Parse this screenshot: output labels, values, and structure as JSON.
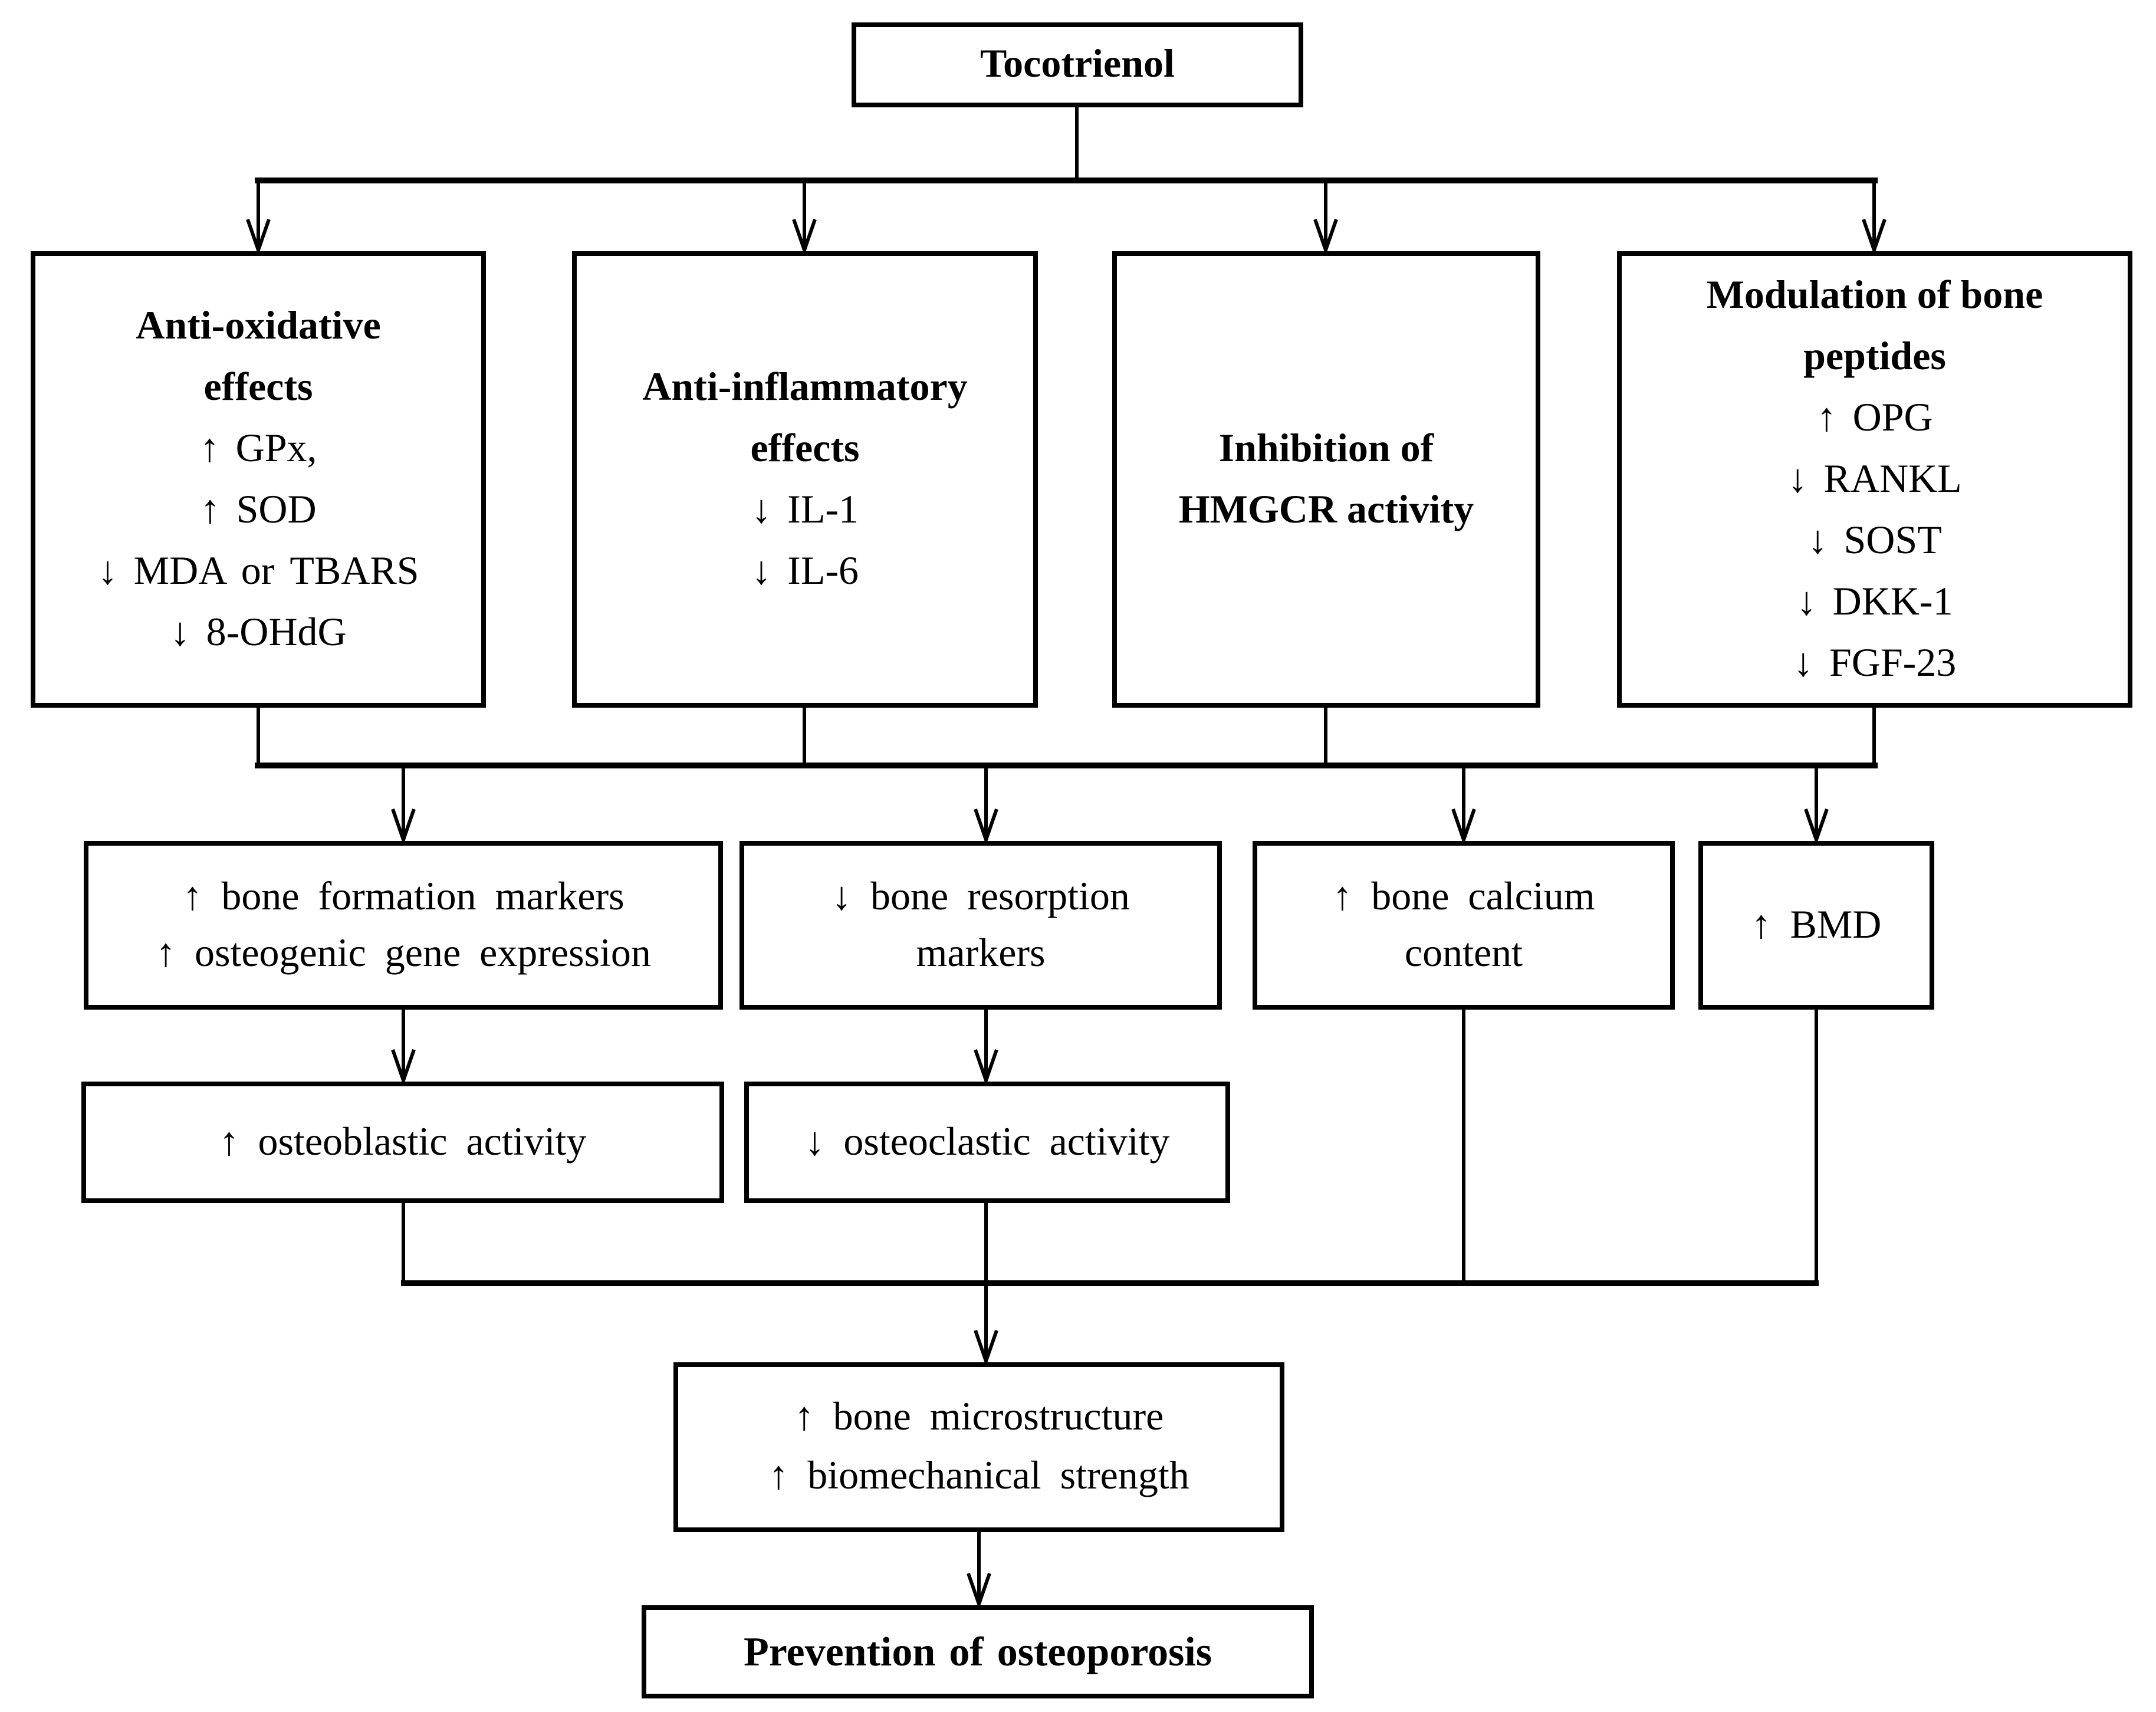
{
  "page": {
    "background_color": "#ffffff",
    "line_color": "#000000",
    "text_color": "#000000"
  },
  "flowchart": {
    "root": {
      "label": "Tocotrienol"
    },
    "mechanisms": [
      {
        "title": [
          "Anti-oxidative",
          "effects"
        ],
        "items": [
          "↑ GPx,",
          "↑ SOD",
          "↓ MDA or TBARS",
          "↓ 8-OHdG"
        ]
      },
      {
        "title": [
          "Anti-inflammatory",
          "effects"
        ],
        "items": [
          "↓ IL-1",
          "↓ IL-6"
        ]
      },
      {
        "title": [
          "Inhibition of",
          "HMGCR activity"
        ],
        "items": []
      },
      {
        "title": [
          "Modulation of bone",
          "peptides"
        ],
        "items": [
          "↑ OPG",
          "↓ RANKL",
          "↓ SOST",
          "↓ DKK-1",
          "↓ FGF-23"
        ]
      }
    ],
    "intermediate_outcomes": [
      {
        "lines": [
          "↑ bone formation markers",
          "↑ osteogenic gene expression"
        ]
      },
      {
        "lines": [
          "↓ bone resorption",
          "markers"
        ]
      },
      {
        "lines": [
          "↑ bone calcium",
          "content"
        ]
      },
      {
        "lines": [
          "↑ BMD"
        ]
      }
    ],
    "cellular_outcomes": [
      {
        "lines": [
          "↑ osteoblastic activity"
        ]
      },
      {
        "lines": [
          "↓ osteoclastic activity"
        ]
      }
    ],
    "bone_quality": {
      "lines": [
        "↑ bone microstructure",
        "↑ biomechanical strength"
      ]
    },
    "final_outcome": {
      "label": "Prevention of osteoporosis"
    }
  }
}
